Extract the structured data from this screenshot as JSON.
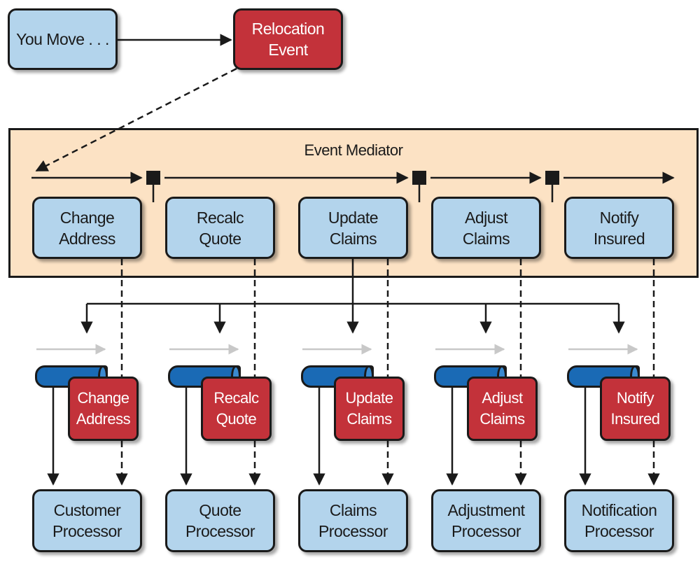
{
  "top": {
    "you_move": "You Move . . .",
    "relocation_event": [
      "Relocation",
      "Event"
    ]
  },
  "mediator": {
    "title": "Event Mediator",
    "steps": [
      [
        "Change",
        "Address"
      ],
      [
        "Recalc",
        "Quote"
      ],
      [
        "Update",
        "Claims"
      ],
      [
        "Adjust",
        "Claims"
      ],
      [
        "Notify",
        "Insured"
      ]
    ]
  },
  "channels": [
    [
      "Change",
      "Address"
    ],
    [
      "Recalc",
      "Quote"
    ],
    [
      "Update",
      "Claims"
    ],
    [
      "Adjust",
      "Claims"
    ],
    [
      "Notify",
      "Insured"
    ]
  ],
  "processors": [
    [
      "Customer",
      "Processor"
    ],
    [
      "Quote",
      "Processor"
    ],
    [
      "Claims",
      "Processor"
    ],
    [
      "Adjustment",
      "Processor"
    ],
    [
      "Notification",
      "Processor"
    ]
  ],
  "colors": {
    "component_fill": "#b3d4ec",
    "event_fill": "#c3323a",
    "mediator_fill": "#fce2c4",
    "queue_fill": "#1a6ab5",
    "outline": "#1a1a1a"
  }
}
